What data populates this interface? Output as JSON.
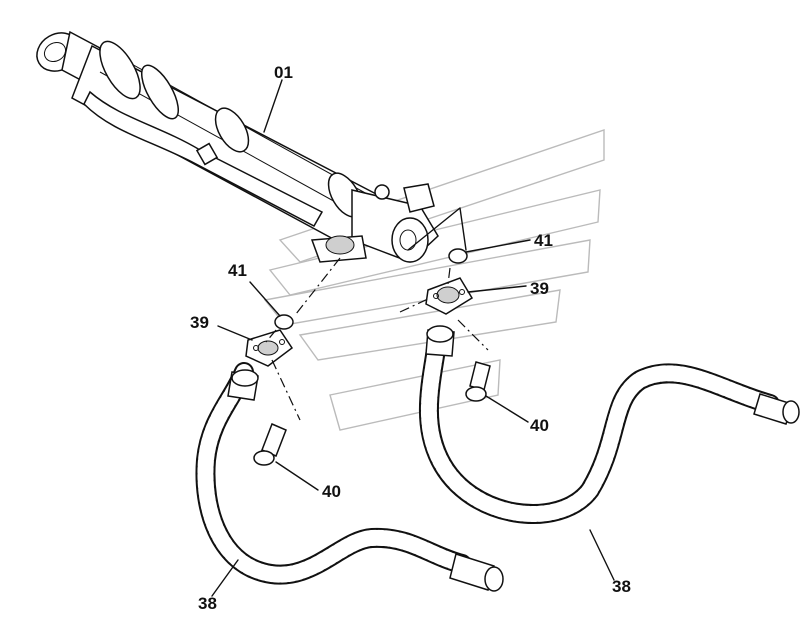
{
  "callouts": {
    "cylinder": "01",
    "oring_right": "41",
    "oring_left": "41",
    "flange_left": "39",
    "flange_right": "39",
    "bolt_left": "40",
    "bolt_right": "40",
    "hose_left": "38",
    "hose_right": "38"
  }
}
